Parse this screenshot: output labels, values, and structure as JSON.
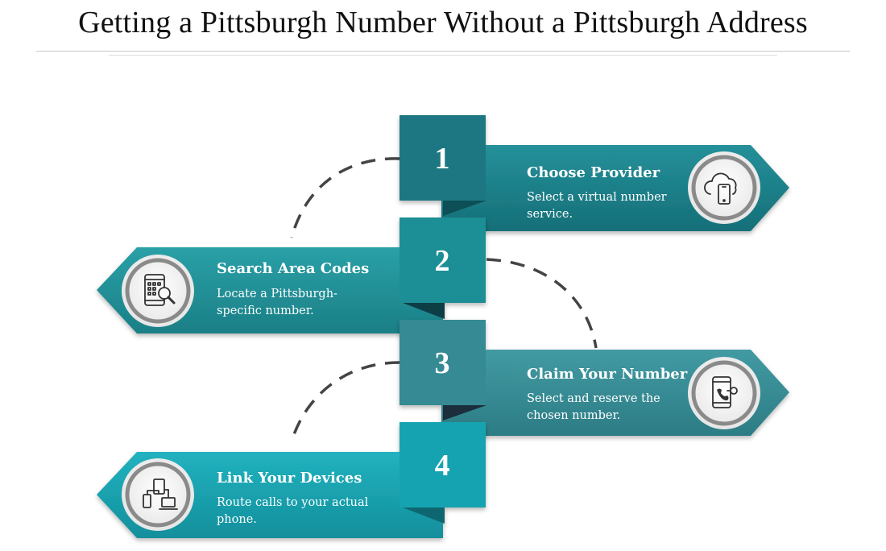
{
  "title": "Getting a Pittsburgh Number Without a Pittsburgh Address",
  "steps": [
    {
      "number": "1",
      "heading": "Choose Provider",
      "description": "Select a virtual number service.",
      "icon": "cloud-phone-icon",
      "color": "#1b7d87"
    },
    {
      "number": "2",
      "heading": "Search Area Codes",
      "description": "Locate a Pittsburgh-specific number.",
      "icon": "phone-search-icon",
      "color": "#1f8f96"
    },
    {
      "number": "3",
      "heading": "Claim Your Number",
      "description": "Select and reserve the chosen number.",
      "icon": "phone-tap-icon",
      "color": "#358a93"
    },
    {
      "number": "4",
      "heading": "Link Your Devices",
      "description": "Route calls to your actual phone.",
      "icon": "devices-icon",
      "color": "#17a2b0"
    }
  ]
}
